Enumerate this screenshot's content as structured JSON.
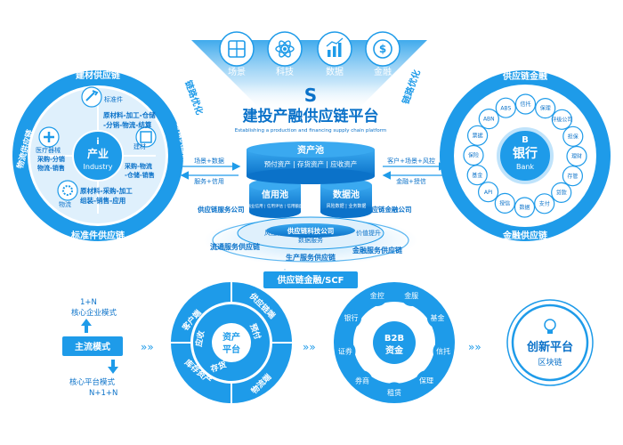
{
  "colors": {
    "blue": "#1e9be9",
    "deep": "#0b72c9",
    "light": "#dff0fc",
    "mid": "#5cb6f0",
    "white": "#ffffff"
  },
  "top_icons": [
    {
      "label": "场景",
      "icon": "grid-icon"
    },
    {
      "label": "科技",
      "icon": "atom-icon"
    },
    {
      "label": "数据",
      "icon": "bar-chart-icon"
    },
    {
      "label": "金融",
      "icon": "dollar-icon"
    }
  ],
  "side_labels": {
    "left": "链路优化",
    "right": "链路优化"
  },
  "platform": {
    "letter": "S",
    "title": "建投产融供应链平台",
    "subtitle": "Establishing a production and financing supply chain platform",
    "asset_pool": "资产池",
    "assets": "预付资产 | 存货资产 | 应收资产",
    "credit_pool": "信用池",
    "credit_detail": "商业信用 | 信用评估 | 信用额度",
    "data_pool": "数据池",
    "data_detail": "风险数据 | 业务数据",
    "tech_company": "供应链科技公司",
    "ring_left": "风控体系",
    "ring_mid": "数据服务",
    "ring_right": "价值提升",
    "service_left": "供应链服务公司",
    "service_right": "供应链金融公司",
    "bottom_left": "流通服务供应链",
    "bottom_mid": "生产服务供应链",
    "bottom_right": "金融服务供应链"
  },
  "left_arrows": {
    "to_platform": "场景+数据",
    "from_platform": "服务+信用"
  },
  "right_arrows": {
    "from_platform": "客户+场景+风控",
    "to_platform": "金融+授信"
  },
  "industry": {
    "letter": "i",
    "title": "产业",
    "sub": "Industry",
    "top_arc": "建材供应链",
    "left_arc": "物流供应链",
    "right_arc": "医疗器械供应链",
    "bottom_arc": "标准件供应链",
    "items": [
      {
        "label": "标准件",
        "icon": "wrench-icon"
      },
      {
        "label": "医疗器械",
        "icon": "medical-icon"
      },
      {
        "label": "建材",
        "icon": "building-icon"
      },
      {
        "label": "物流",
        "icon": "gear-icon"
      }
    ],
    "lines": [
      {
        "text": "原材料-加工-仓储"
      },
      {
        "text": "-分销-物流-结算"
      },
      {
        "text": "采购-分销"
      },
      {
        "text": "物流-销售"
      },
      {
        "text": "采购-物流"
      },
      {
        "text": "-仓储-销售"
      },
      {
        "text": "原材料-采购-加工"
      },
      {
        "text": "组装-销售-应用"
      }
    ]
  },
  "bank": {
    "letter": "B",
    "title": "银行",
    "sub": "Bank",
    "top_arc": "供应链金融",
    "bottom_arc": "金融供应链",
    "nodes": [
      "ABS",
      "信托",
      "保理",
      "评级公司",
      "担保",
      "理财",
      "存管",
      "贷款",
      "支付",
      "数据",
      "授信",
      "API",
      "基金",
      "保险",
      "票据",
      "ABN"
    ]
  },
  "scf_label": "供应链金融/SCF",
  "mode": {
    "top_a": "1+N",
    "top_b": "核心企业模式",
    "main": "主流模式",
    "bot_a": "核心平台模式",
    "bot_b": "N+1+N"
  },
  "asset_wheel": {
    "center_a": "资产",
    "center_b": "平台",
    "outer": [
      "客户端",
      "供应链端",
      "物流端",
      "库存资产"
    ],
    "inner": [
      "应收",
      "预付",
      "存货"
    ]
  },
  "b2b_wheel": {
    "center_a": "B2B",
    "center_b": "资金",
    "nodes": [
      "金控",
      "金服",
      "基金",
      "信托",
      "保理",
      "租赁",
      "券商",
      "证券",
      "银行"
    ]
  },
  "innovation": {
    "a": "创新平台",
    "b": "区块链"
  }
}
